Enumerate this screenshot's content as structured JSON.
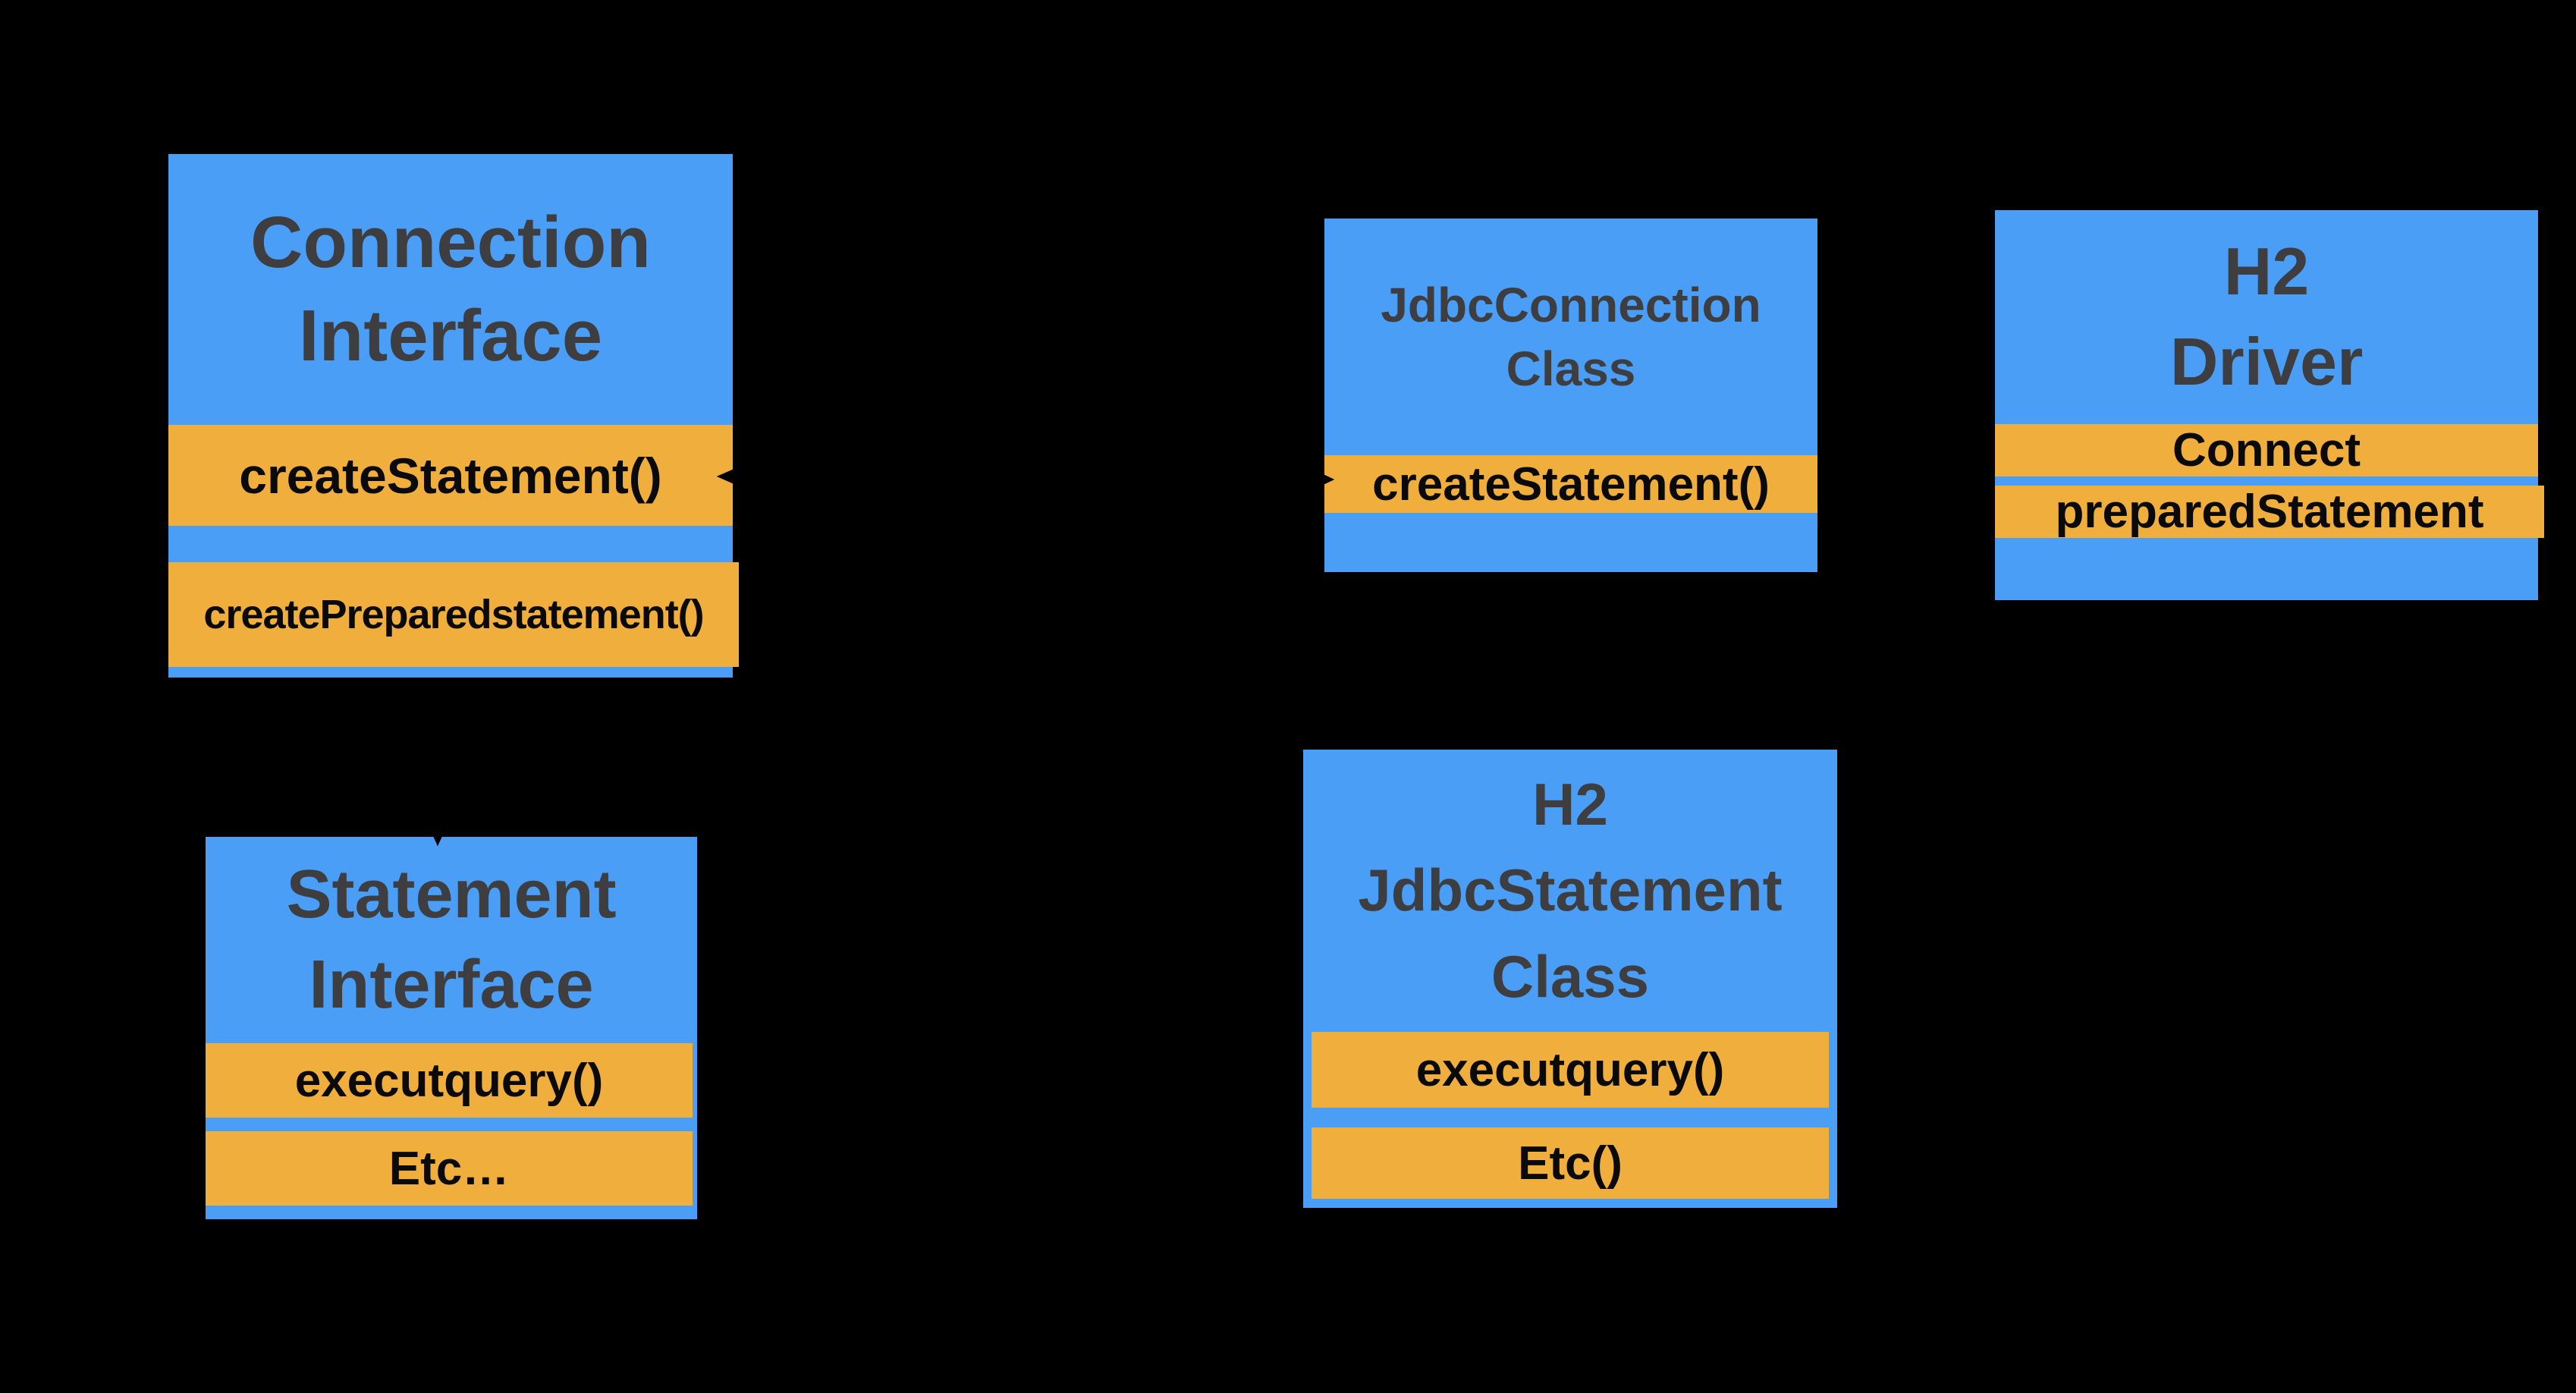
{
  "canvas": {
    "background_color": "#000000"
  },
  "palette": {
    "box_fill_blue": "#4A9EF5",
    "method_row_orange": "#F0AF3C",
    "title_text_color": "#3E3E40",
    "method_text_color": "#0A0A0A",
    "connector_color": "#000000"
  },
  "diagram": {
    "boxes": {
      "connection_interface": {
        "title": "Connection\nInterface",
        "methods": [
          "createStatement()",
          "createPreparedstatement()"
        ]
      },
      "jdbc_connection": {
        "title": "JdbcConnection\nClass",
        "methods": [
          "createStatement()"
        ]
      },
      "h2_driver": {
        "title": "H2\nDriver",
        "methods": [
          "Connect",
          "preparedStatement"
        ]
      },
      "statement_interface": {
        "title": "Statement\nInterface",
        "methods": [
          "executquery()",
          "Etc…"
        ]
      },
      "h2_jdbc_statement": {
        "title": "H2\nJdbcStatement\nClass",
        "methods": [
          "executquery()",
          "Etc()"
        ]
      }
    },
    "connectors": [
      {
        "from": "connection_interface.createStatement()",
        "to": "jdbc_connection.createStatement()",
        "style": "horizontal-line-arrow-both-ends",
        "color": "#000000"
      },
      {
        "from": "connection_interface",
        "to": "statement_interface",
        "style": "vertical-line-arrow-down",
        "color": "#000000"
      }
    ]
  }
}
